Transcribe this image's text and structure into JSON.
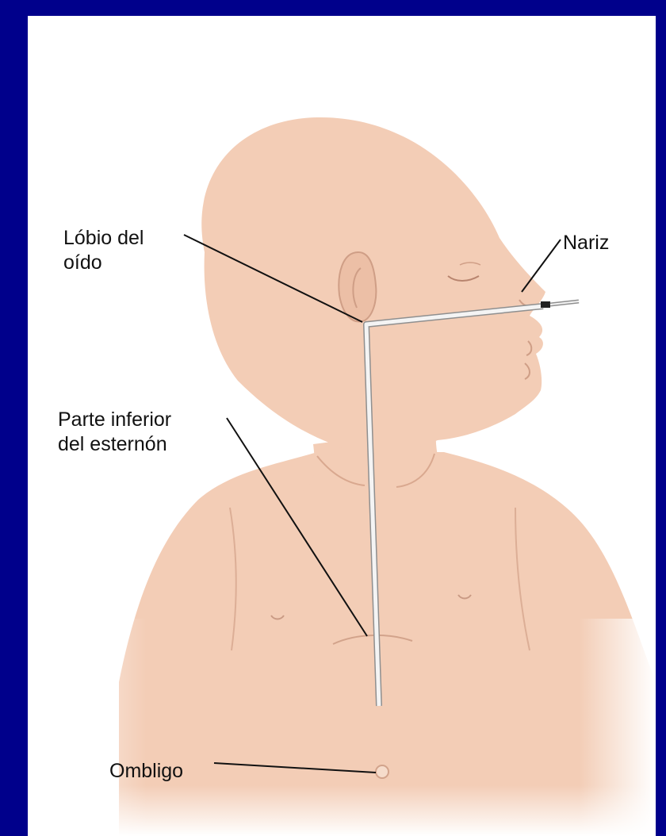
{
  "labels": {
    "earlobe_line1": "Lóbio del",
    "earlobe_line2": "oído",
    "nose": "Nariz",
    "sternum_line1": "Parte inferior",
    "sternum_line2": "del esternón",
    "navel": "Ombligo"
  },
  "colors": {
    "border": "#00008b",
    "background": "#ffffff",
    "skin": "#f3cdb6",
    "skin_shadow": "#e6b39c",
    "tube": "#f4f4f4",
    "tube_outline": "#8f8f8f",
    "leader_line": "#111111"
  }
}
